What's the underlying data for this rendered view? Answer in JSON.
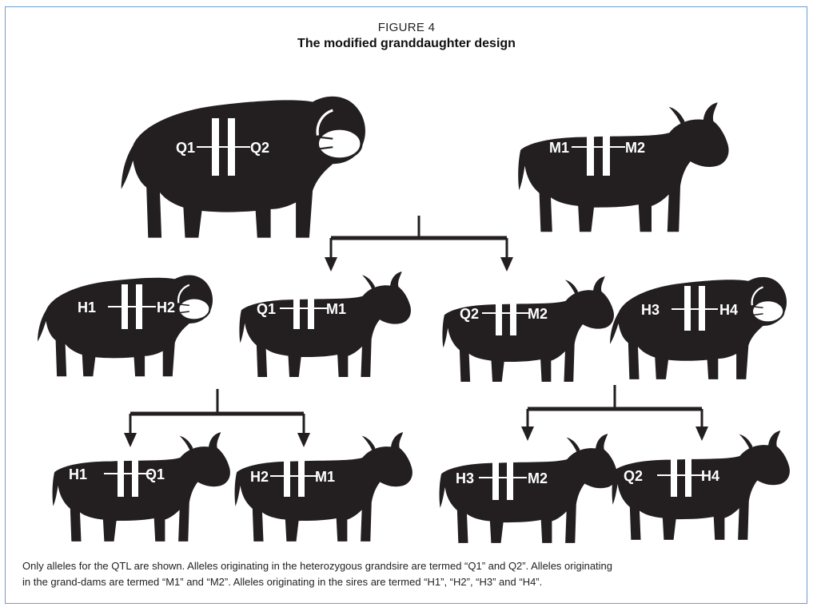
{
  "figure": {
    "label": "FIGURE 4",
    "title": "The modified granddaughter design"
  },
  "colors": {
    "animal": "#231f20",
    "chromosome": "#ffffff",
    "connector": "#231f20",
    "border": "#6a9bd0"
  },
  "animals": {
    "grandsire": {
      "icon": "bull-icon",
      "left": "Q1",
      "right": "Q2"
    },
    "granddam": {
      "icon": "cow-icon",
      "left": "M1",
      "right": "M2"
    },
    "sire_a": {
      "icon": "bull-icon",
      "left": "H1",
      "right": "H2"
    },
    "dam_a": {
      "icon": "cow-icon",
      "left": "Q1",
      "right": "M1"
    },
    "dam_b": {
      "icon": "cow-icon",
      "left": "Q2",
      "right": "M2"
    },
    "sire_b": {
      "icon": "bull-icon",
      "left": "H3",
      "right": "H4"
    },
    "daughter_1": {
      "icon": "cow-icon",
      "left": "H1",
      "right": "Q1"
    },
    "daughter_2": {
      "icon": "cow-icon",
      "left": "H2",
      "right": "M1"
    },
    "daughter_3": {
      "icon": "cow-icon",
      "left": "H3",
      "right": "M2"
    },
    "daughter_4": {
      "icon": "cow-icon",
      "left": "Q2",
      "right": "H4"
    }
  },
  "caption": {
    "line1": "Only alleles for the QTL are shown. Alleles originating in the heterozygous grandsire are termed “Q1” and Q2”. Alleles originating",
    "line2": "in the grand-dams are termed “M1” and “M2”. Alleles originating in the sires are termed “H1”, “H2”, “H3” and “H4”."
  }
}
